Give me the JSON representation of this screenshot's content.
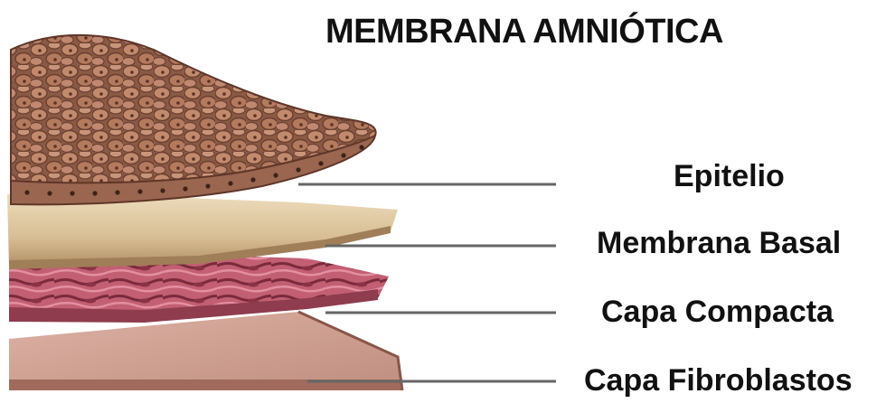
{
  "title": "MEMBRANA AMNIÓTICA",
  "layers": [
    {
      "id": "epitelio",
      "label": "Epitelio",
      "color": "#b07a5d"
    },
    {
      "id": "membrana-basal",
      "label": "Membrana Basal",
      "color": "#dcc39a"
    },
    {
      "id": "capa-compacta",
      "label": "Capa Compacta",
      "color": "#c05d70"
    },
    {
      "id": "capa-fibroblastos",
      "label": "Capa Fibroblastos",
      "color": "#d3a596"
    }
  ],
  "leader_line_color": "#666666"
}
